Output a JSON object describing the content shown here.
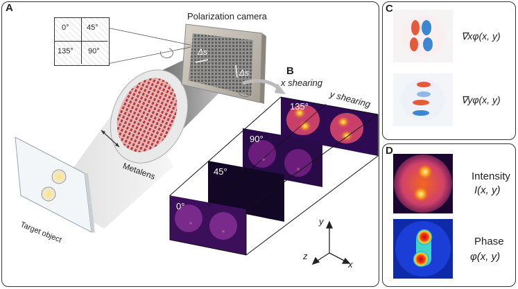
{
  "panels": {
    "A": {
      "label": "A",
      "polarization_camera": "Polarization camera",
      "metalens": "Metalens",
      "target_object": "Target object",
      "pixel_angles": [
        "0°",
        "45°",
        "135°",
        "90°"
      ],
      "shear": "Δs"
    },
    "B": {
      "label": "B",
      "x_shearing": "x shearing",
      "y_shearing": "y shearing",
      "frames": [
        "135°",
        "90°",
        "45°",
        "0°"
      ],
      "axes": {
        "x": "x",
        "y": "y",
        "z": "z"
      }
    },
    "C": {
      "label": "C",
      "grad_x": "∇xφ(x, y)",
      "grad_y": "∇yφ(x, y)"
    },
    "D": {
      "label": "D",
      "intensity": "Intensity",
      "intensity_expr": "I(x, y)",
      "phase": "Phase",
      "phase_expr": "φ(x, y)"
    }
  },
  "colors": {
    "magma_bright": "#f7a21b",
    "magma_dark": "#3b0f70",
    "red_lens": "#c43a3a",
    "blue_phase": "#1b3fd6"
  }
}
